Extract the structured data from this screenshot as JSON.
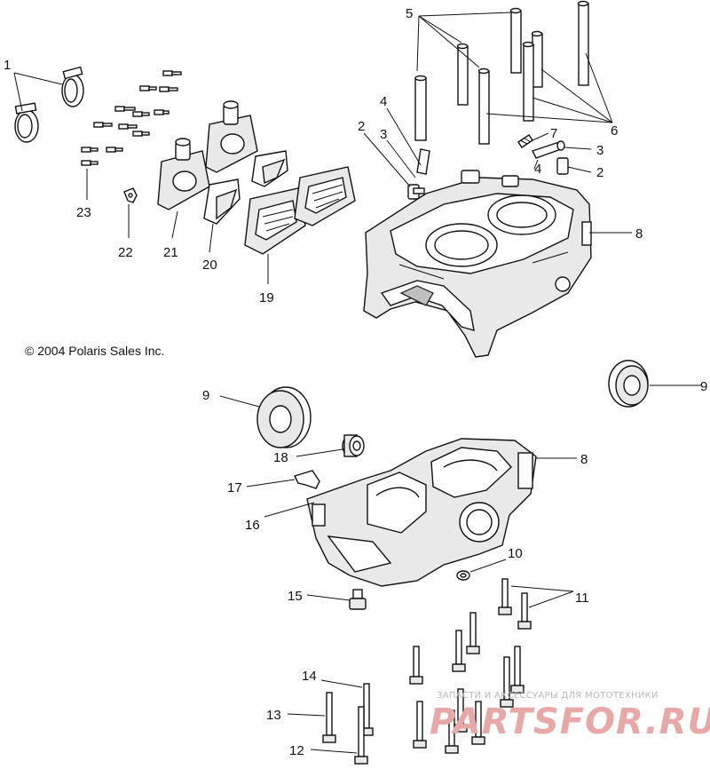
{
  "copyright": "© 2004 Polaris Sales Inc.",
  "watermark": {
    "tagline": "ЗАПАСТИ И АКСЕССУАРЫ ДЛЯ МОТОТЕХНИКИ",
    "site": "PARTSFOR.RU"
  },
  "callouts": {
    "c1": "1",
    "c2a": "2",
    "c2b": "2",
    "c3a": "3",
    "c3b": "3",
    "c4a": "4",
    "c4b": "4",
    "c5": "5",
    "c6": "6",
    "c7": "7",
    "c8a": "8",
    "c8b": "8",
    "c9a": "9",
    "c9b": "9",
    "c10": "10",
    "c11": "11",
    "c12": "12",
    "c13": "13",
    "c14": "14",
    "c15": "15",
    "c16": "16",
    "c17": "17",
    "c18": "18",
    "c19": "19",
    "c20": "20",
    "c21": "21",
    "c22": "22",
    "c23": "23"
  },
  "colors": {
    "line": "#111111",
    "watermark_text": "#e8a8a8"
  }
}
